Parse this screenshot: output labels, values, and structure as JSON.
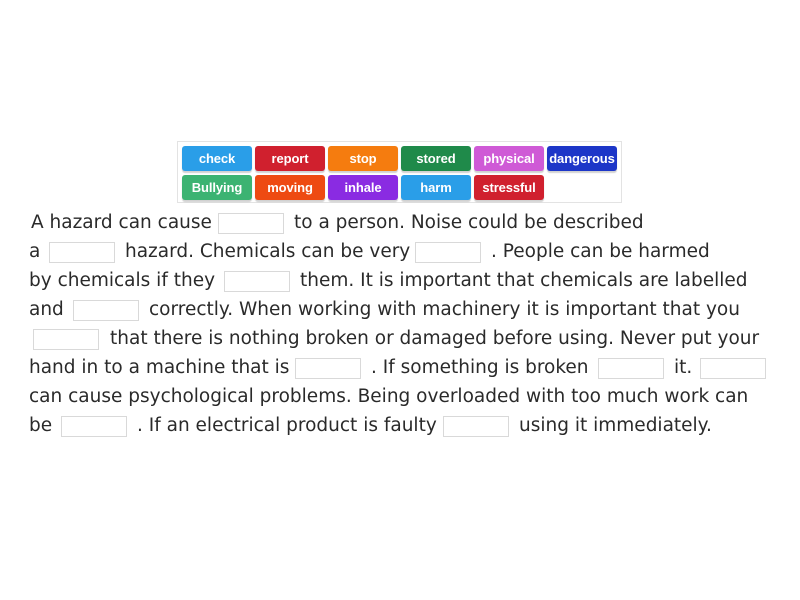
{
  "word_bank": {
    "tiles": [
      {
        "label": "check",
        "color": "#2a9ee8"
      },
      {
        "label": "report",
        "color": "#d0202e"
      },
      {
        "label": "stop",
        "color": "#f57c0f"
      },
      {
        "label": "stored",
        "color": "#1f8a4a"
      },
      {
        "label": "physical",
        "color": "#cf5ad6"
      },
      {
        "label": "dangerous",
        "color": "#1d36c8"
      },
      {
        "label": "Bullying",
        "color": "#3cb372"
      },
      {
        "label": "moving",
        "color": "#ee4a12"
      },
      {
        "label": "inhale",
        "color": "#8a2be2"
      },
      {
        "label": "harm",
        "color": "#2a9ee8"
      },
      {
        "label": "stressful",
        "color": "#d0202e"
      }
    ]
  },
  "passage": {
    "lines": [
      {
        "segments": [
          "A hazard can cause",
          "to a person. Noise could be described"
        ]
      },
      {
        "segments": [
          "a",
          "hazard. Chemicals can be very",
          ". People can be harmed"
        ]
      },
      {
        "segments": [
          "by chemicals if they",
          "them. It is important that chemicals are labelled"
        ]
      },
      {
        "segments": [
          "and",
          "correctly. When working with machinery it is important that you"
        ]
      },
      {
        "segments": [
          "that there is nothing broken or damaged before using. Never put your"
        ]
      },
      {
        "segments": [
          "hand in to a machine that is",
          ". If something is broken",
          "it."
        ]
      },
      {
        "segments": [
          "can cause psychological problems. Being overloaded with too much work can"
        ]
      },
      {
        "segments": [
          "be",
          ". If an electrical product is faulty",
          "using it immediately."
        ]
      }
    ],
    "blank_count": 11
  }
}
